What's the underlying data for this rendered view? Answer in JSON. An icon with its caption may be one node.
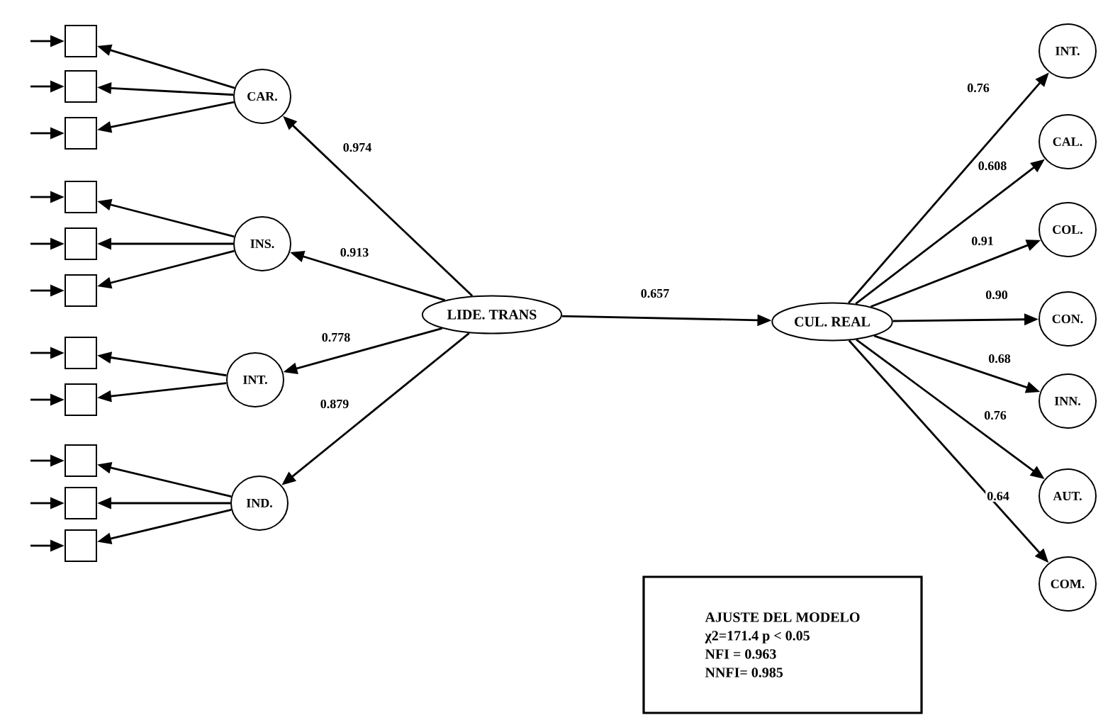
{
  "diagram": {
    "nodes": [
      {
        "text": [],
        "shape": "box"
      },
      {
        "text": [],
        "shape": "box"
      },
      {
        "text": [],
        "shape": "box"
      },
      {
        "text": [],
        "shape": "box"
      },
      {
        "text": [],
        "shape": "box"
      },
      {
        "text": [],
        "shape": "box"
      },
      {
        "text": [],
        "shape": "box"
      },
      {
        "text": [],
        "shape": "box"
      },
      {
        "text": [],
        "shape": "box"
      },
      {
        "text": [],
        "shape": "box"
      },
      {
        "text": [],
        "shape": "box"
      },
      {
        "text": [
          "CAR."
        ]
      },
      {
        "text": [
          "INS."
        ]
      },
      {
        "text": [
          "INT."
        ]
      },
      {
        "text": [
          "IND."
        ]
      },
      {
        "text": [
          "LIDE. TRANS"
        ]
      },
      {
        "text": [
          "CUL. REAL"
        ]
      },
      {
        "text": [
          "INT."
        ]
      },
      {
        "text": [
          "CAL."
        ]
      },
      {
        "text": [
          "COL."
        ]
      },
      {
        "text": [
          "CON."
        ]
      },
      {
        "text": [
          "INN."
        ]
      },
      {
        "text": [
          "AUT."
        ]
      },
      {
        "text": [
          "COM."
        ]
      },
      {
        "text": [
          "AJUSTE DEL MODELO",
          "χ2=171.4  p < 0.05",
          "NFI = 0.963",
          "NNFI= 0.985"
        ]
      }
    ],
    "edges": [
      {
        "from": 11,
        "to": 0,
        "arrow": "to"
      },
      {
        "from": 11,
        "to": 1,
        "arrow": "to"
      },
      {
        "from": 11,
        "to": 2,
        "arrow": "to"
      },
      {
        "from": 12,
        "to": 3,
        "arrow": "to"
      },
      {
        "from": 12,
        "to": 4,
        "arrow": "to"
      },
      {
        "from": 12,
        "to": 5,
        "arrow": "to"
      },
      {
        "from": 13,
        "to": 6,
        "arrow": "to"
      },
      {
        "from": 13,
        "to": 7,
        "arrow": "to"
      },
      {
        "from": 14,
        "to": 8,
        "arrow": "to"
      },
      {
        "from": 14,
        "to": 9,
        "arrow": "to"
      },
      {
        "from": 14,
        "to": 10,
        "arrow": "to"
      },
      {
        "from": 15,
        "to": 11,
        "arrow": "to",
        "label": "0.974"
      },
      {
        "from": 15,
        "to": 12,
        "arrow": "to",
        "label": "0.913"
      },
      {
        "from": 15,
        "to": 13,
        "arrow": "to",
        "label": "0.778"
      },
      {
        "from": 15,
        "to": 14,
        "arrow": "to",
        "label": "0.879"
      },
      {
        "from": 15,
        "to": 16,
        "arrow": "to",
        "label": "0.657"
      },
      {
        "from": 16,
        "to": 17,
        "arrow": "to",
        "label": "0.76"
      },
      {
        "from": 16,
        "to": 18,
        "arrow": "to",
        "label": "0.608"
      },
      {
        "from": 16,
        "to": 19,
        "arrow": "to",
        "label": "0.91"
      },
      {
        "from": 16,
        "to": 20,
        "arrow": "to",
        "label": "0.90"
      },
      {
        "from": 16,
        "to": 21,
        "arrow": "to",
        "label": "0.68"
      },
      {
        "from": 16,
        "to": 22,
        "arrow": "to",
        "label": "0.76"
      },
      {
        "from": 16,
        "to": 23,
        "arrow": "to",
        "label": "0.64"
      },
      {
        "from": null,
        "to": 0,
        "arrow": "to"
      },
      {
        "from": null,
        "to": 1,
        "arrow": "to"
      },
      {
        "from": null,
        "to": 2,
        "arrow": "to"
      },
      {
        "from": null,
        "to": 3,
        "arrow": "to"
      },
      {
        "from": null,
        "to": 4,
        "arrow": "to"
      },
      {
        "from": null,
        "to": 5,
        "arrow": "to"
      },
      {
        "from": null,
        "to": 6,
        "arrow": "to"
      },
      {
        "from": null,
        "to": 7,
        "arrow": "to"
      },
      {
        "from": null,
        "to": 8,
        "arrow": "to"
      },
      {
        "from": null,
        "to": 9,
        "arrow": "to"
      },
      {
        "from": null,
        "to": 10,
        "arrow": "to"
      }
    ]
  }
}
